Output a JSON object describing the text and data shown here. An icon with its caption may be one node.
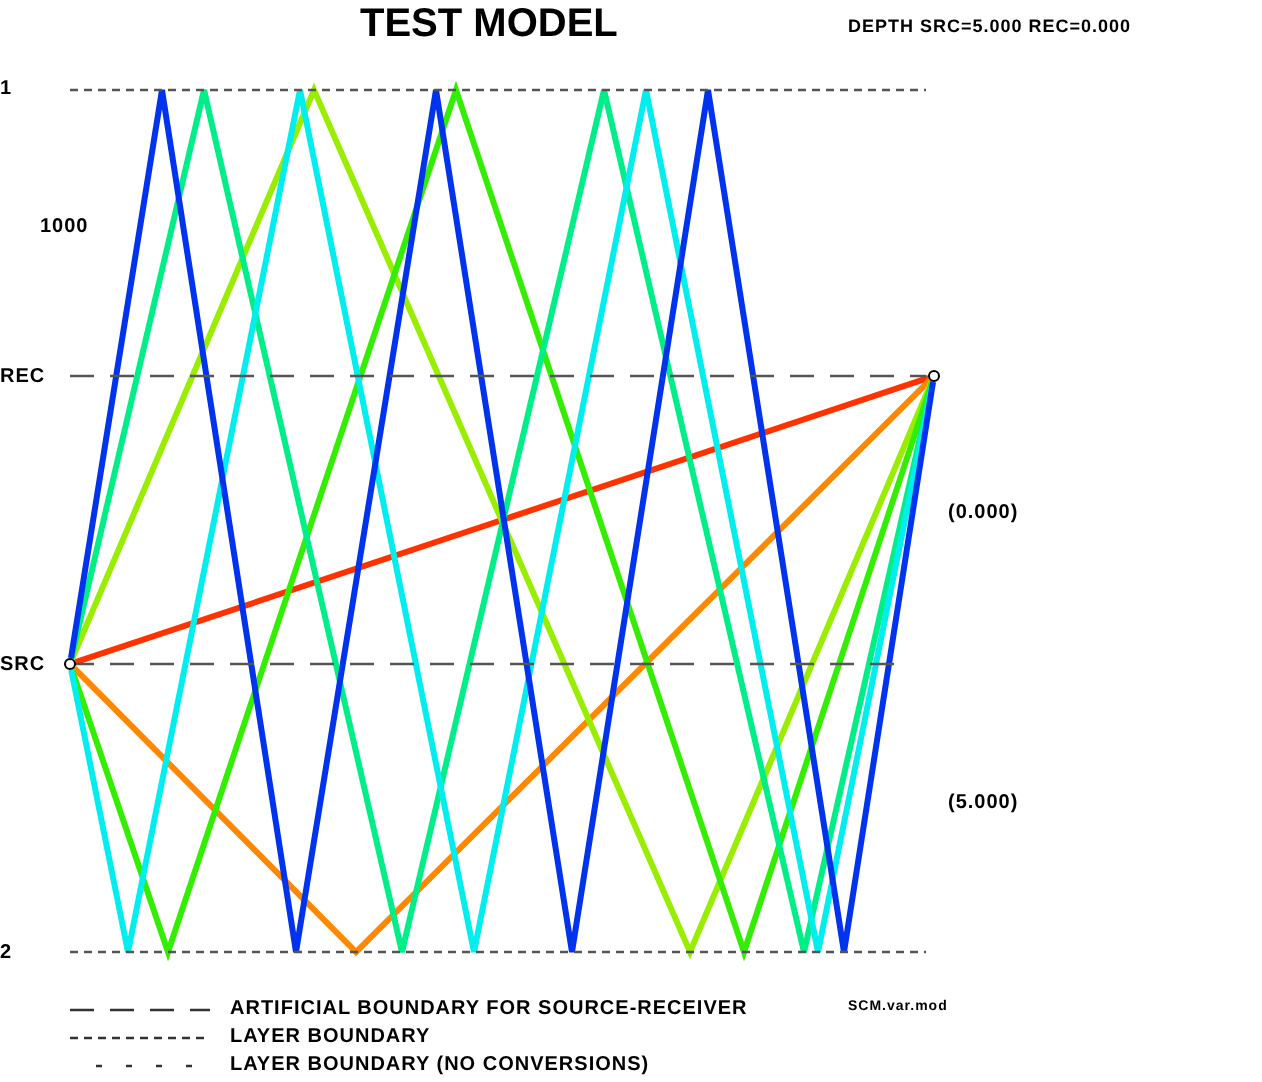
{
  "diagram": {
    "title": "TEST MODEL",
    "nodes": [
      {
        "text": [],
        "shape": "circle"
      },
      {
        "text": [],
        "shape": "circle"
      }
    ],
    "edges": [
      {
        "from": 1,
        "to": 0,
        "arrow": "none",
        "color": "#ff3300"
      },
      {
        "from": 1,
        "to": 0,
        "arrow": "none",
        "color": "#ff8800"
      },
      {
        "from": 1,
        "to": 0,
        "arrow": "none",
        "color": "#99ee00"
      },
      {
        "from": 1,
        "to": 0,
        "arrow": "none",
        "color": "#33ee00"
      },
      {
        "from": 1,
        "to": 0,
        "arrow": "none",
        "color": "#00ee88"
      },
      {
        "from": 1,
        "to": 0,
        "arrow": "none",
        "color": "#00eeee"
      },
      {
        "from": 1,
        "to": 0,
        "arrow": "none",
        "color": "#0033ee"
      }
    ],
    "labels": [
      "DEPTH SRC=5.000 REC=0.000",
      "1",
      "1000",
      "REC",
      "(0.000)",
      "SRC",
      "(5.000)",
      "2",
      "SCM.var.mod"
    ],
    "legend": [
      {
        "text": "ARTIFICIAL BOUNDARY FOR SOURCE-RECEIVER"
      },
      {
        "text": "LAYER BOUNDARY"
      },
      {
        "text": "LAYER BOUNDARY (NO CONVERSIONS)"
      }
    ]
  }
}
